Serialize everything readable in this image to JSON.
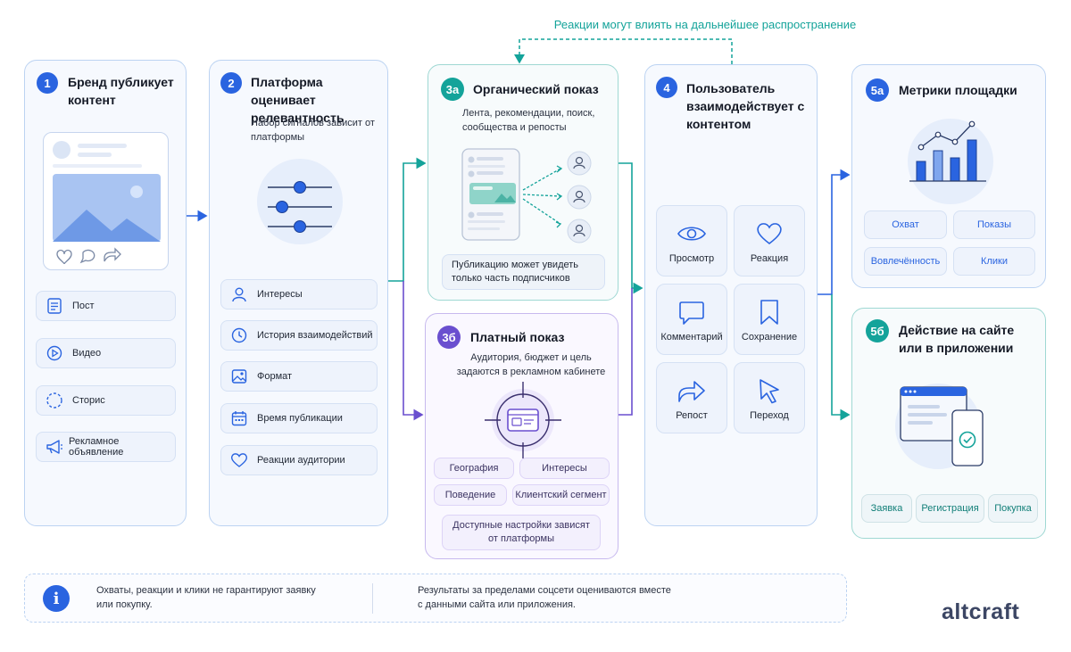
{
  "top_note": "Реакции могут влиять на дальнейшее распространение",
  "step1": {
    "badge": "1",
    "title": "Бренд публикует контент",
    "formats": [
      "Пост",
      "Видео",
      "Сторис",
      "Рекламное объявление"
    ]
  },
  "step2": {
    "badge": "2",
    "title": "Платформа оценивает релевантность",
    "subtitle": "Набор сигналов зависит от платформы",
    "signals": [
      "Интересы",
      "История взаимодействий",
      "Формат",
      "Время публикации",
      "Реакции аудитории"
    ]
  },
  "step3a": {
    "badge": "3а",
    "title": "Органический показ",
    "subtitle": "Лента, рекомендации, поиск, сообщества и репосты",
    "note": "Публикацию может увидеть только часть подписчиков"
  },
  "step3b": {
    "badge": "3б",
    "title": "Платный показ",
    "subtitle": "Аудитория, бюджет и цель задаются в рекламном кабинете",
    "targeting": [
      "География",
      "Интересы",
      "Поведение",
      "Клиентский сегмент"
    ],
    "note": "Доступные настройки зависят от платформы"
  },
  "step4": {
    "badge": "4",
    "title": "Пользователь взаимодействует с контентом",
    "actions": [
      "Просмотр",
      "Реакция",
      "Комментарий",
      "Сохранение",
      "Репост",
      "Переход"
    ]
  },
  "step5a": {
    "badge": "5а",
    "title": "Метрики площадки",
    "metrics": [
      "Охват",
      "Показы",
      "Вовлечённость",
      "Клики"
    ]
  },
  "step5b": {
    "badge": "5б",
    "title": "Действие на сайте или в приложении",
    "actions": [
      "Заявка",
      "Регистрация",
      "Покупка"
    ]
  },
  "footer": {
    "info_left": "Охваты, реакции и клики не гарантируют заявку или покупку.",
    "info_right": "Результаты за пределами соцсети оцениваются вместе с данными сайта или приложения."
  },
  "brand": {
    "logo": "altcraft"
  },
  "colors": {
    "blue": "#2a64e0",
    "teal": "#14a39a",
    "purple": "#6a4fcf"
  }
}
